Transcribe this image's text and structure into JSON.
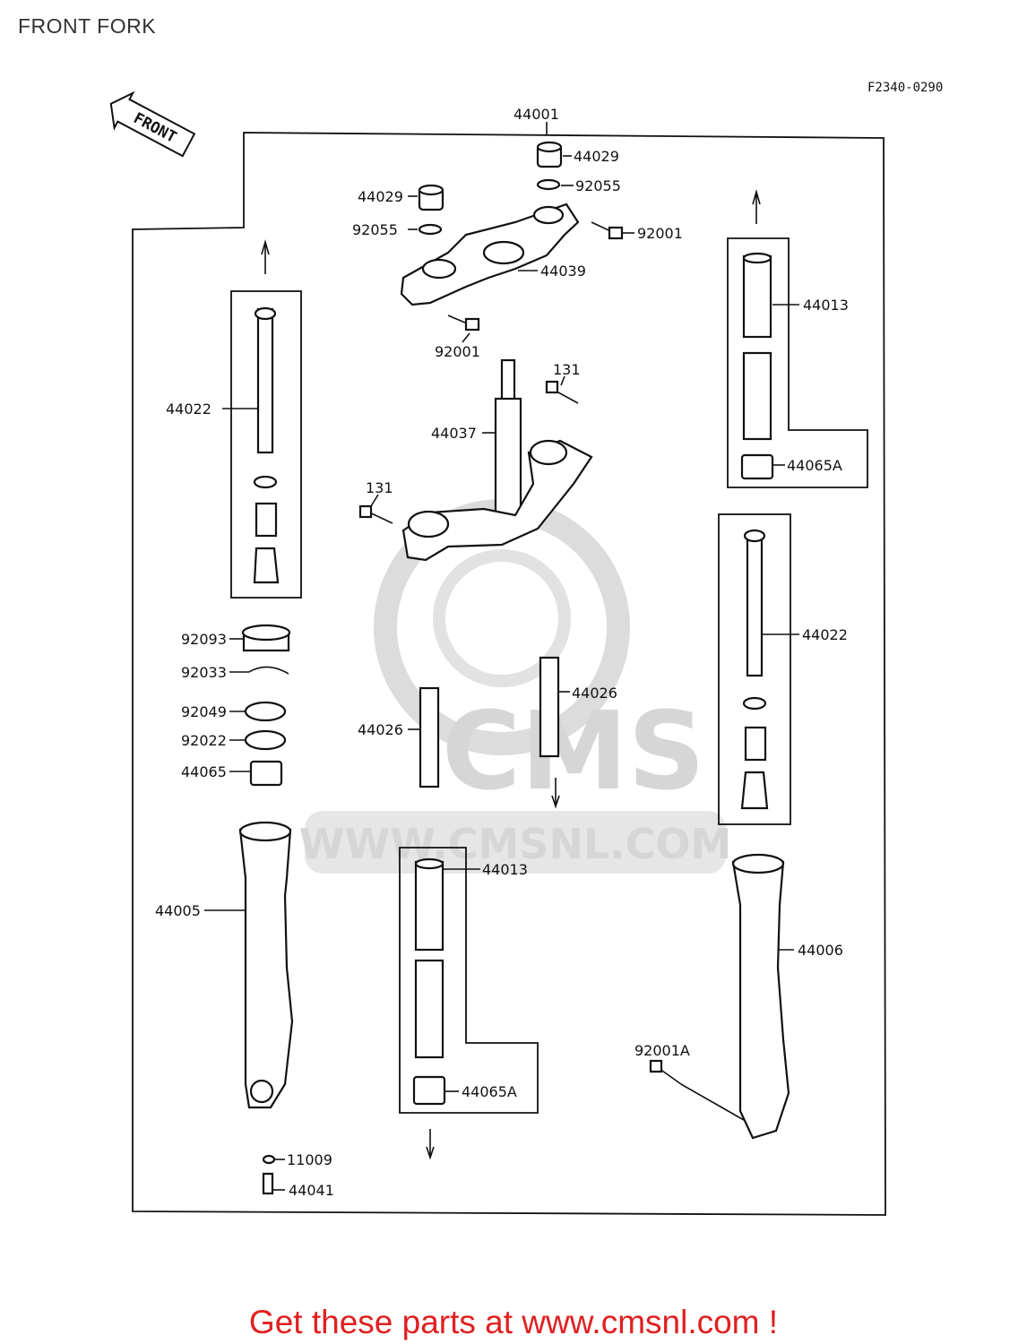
{
  "header": {
    "title": "FRONT FORK",
    "figure_code": "F2340-0290"
  },
  "arrow": {
    "label": "FRONT"
  },
  "watermark": {
    "brand": "CMS",
    "url": "WWW.CMSNL.COM"
  },
  "parts": {
    "p44001": "44001",
    "p44029a": "44029",
    "p92055a": "92055",
    "p44029b": "44029",
    "p92055b": "92055",
    "p92001a": "92001",
    "p44039": "44039",
    "p92001b": "92001",
    "p131a": "131",
    "p44037": "44037",
    "p131b": "131",
    "p44022a": "44022",
    "p44013a": "44013",
    "p44065Aa": "44065A",
    "p44022b": "44022",
    "p92093": "92093",
    "p92033": "92033",
    "p92049": "92049",
    "p92022": "92022",
    "p44065": "44065",
    "p44026a": "44026",
    "p44026b": "44026",
    "p44005": "44005",
    "p44013b": "44013",
    "p44065Ab": "44065A",
    "p44006": "44006",
    "p92001A": "92001A",
    "p11009": "11009",
    "p44041": "44041"
  },
  "footer": {
    "promo": "Get these parts at www.cmsnl.com !"
  }
}
